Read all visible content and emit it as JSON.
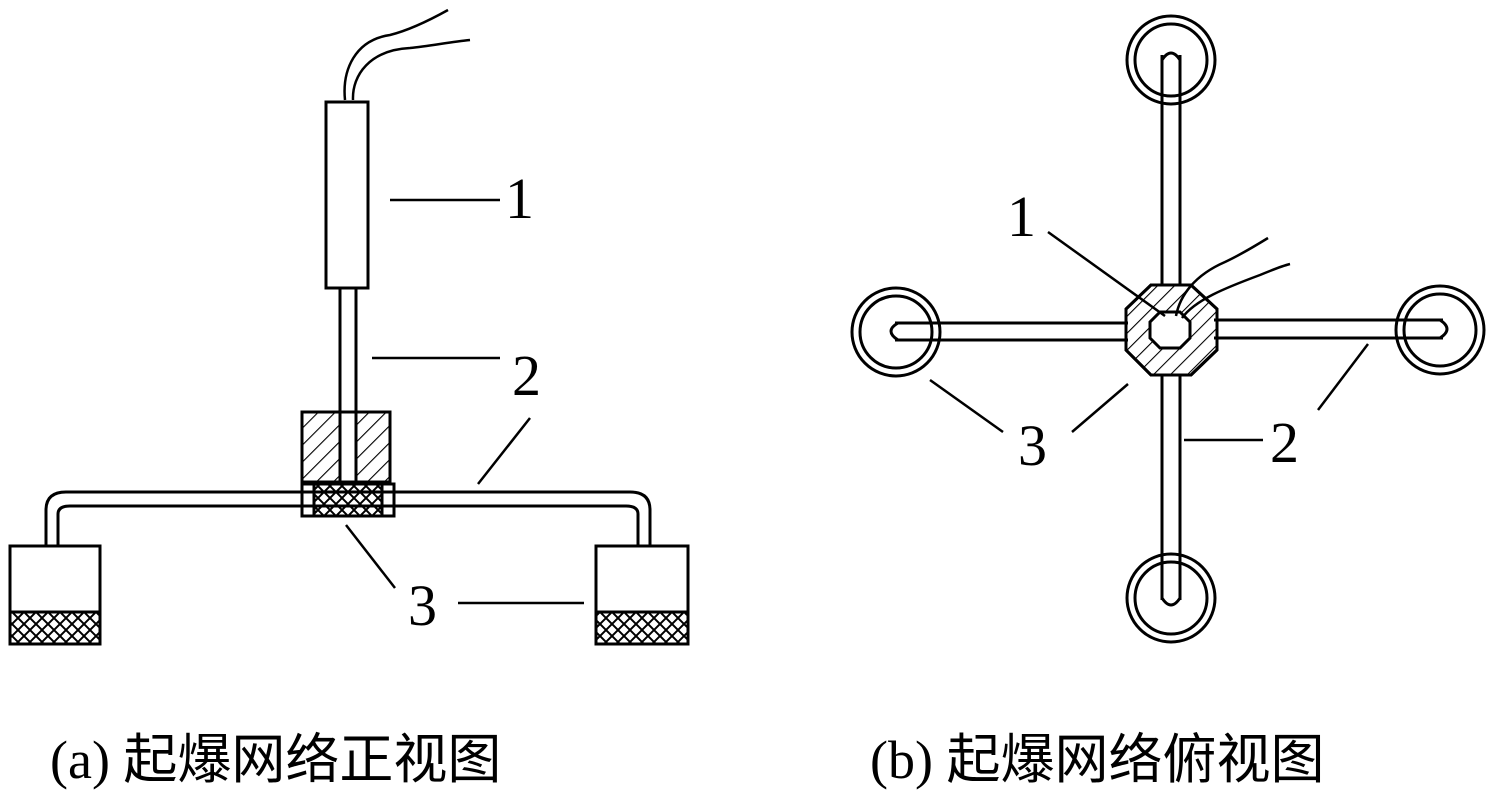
{
  "figure_a": {
    "caption": "(a) 起爆网络正视图",
    "labels": {
      "detonator": "1",
      "cord": "2",
      "booster": "3"
    }
  },
  "figure_b": {
    "caption": "(b) 起爆网络俯视图",
    "labels": {
      "detonator": "1",
      "cord": "2",
      "booster": "3"
    }
  },
  "colors": {
    "ink": "#000000",
    "paper": "#ffffff"
  }
}
